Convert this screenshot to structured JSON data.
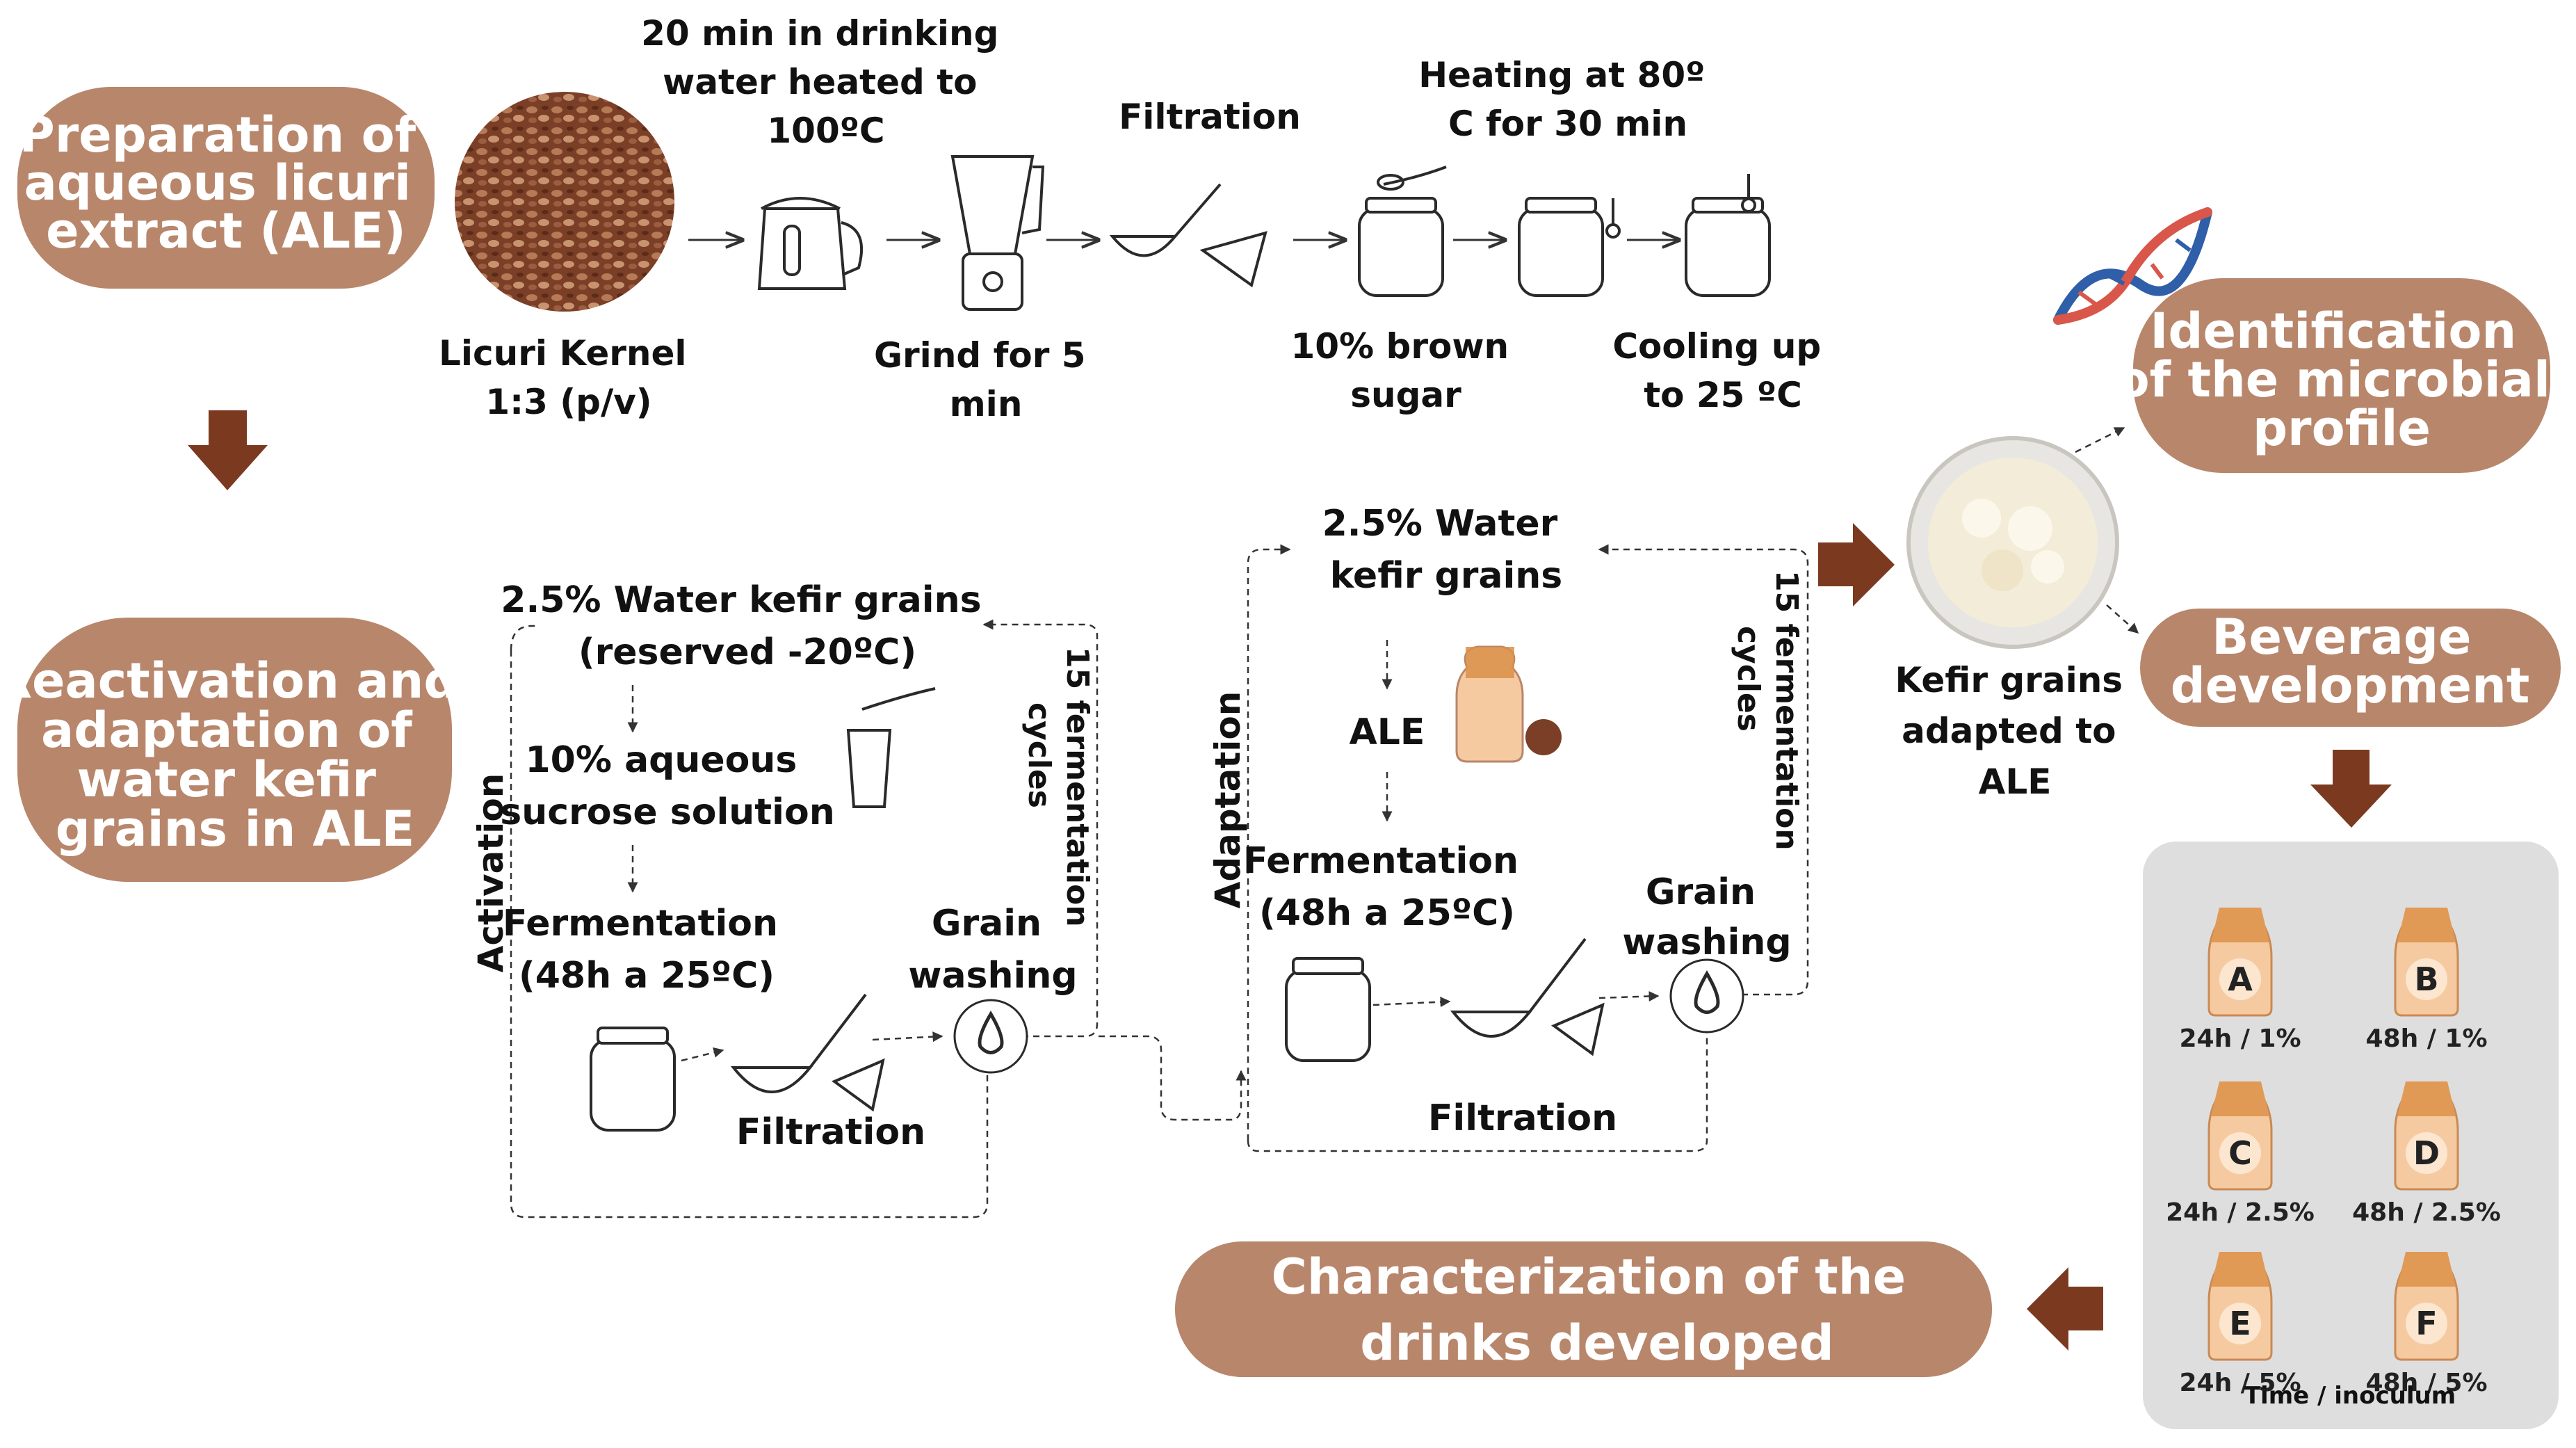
{
  "colors": {
    "pill": "#b8866b",
    "arrow": "#7b3a20",
    "panel": "#dedede",
    "bottle": "#f6caa0",
    "text": "#111111"
  },
  "sections": {
    "preparation": "Preparation of aqueous licuri extract (ALE)",
    "reactivation": "Reactivation and adaptation of water kefir grains in ALE",
    "identification": "Identification of the microbial profile",
    "beverage": "Beverage development",
    "characterization": "Characterization of the drinks developed"
  },
  "prep_steps": {
    "kernel": [
      "Licuri Kernel",
      "1:3 (p/v)"
    ],
    "kettle": [
      "20 min in drinking",
      "water heated to",
      "100ºC"
    ],
    "grind": [
      "Grind for 5",
      "min"
    ],
    "filtration": "Filtration",
    "sugar": [
      "10% brown",
      "sugar"
    ],
    "heating": [
      "Heating at 80º",
      "C for 30 min"
    ],
    "cooling": [
      "Cooling up",
      "to 25 ºC"
    ]
  },
  "activation": {
    "side_label": "Activation",
    "grains": [
      "2.5% Water kefir grains",
      "(reserved -20ºC)"
    ],
    "sucrose": [
      "10% aqueous",
      "sucrose solution"
    ],
    "fermentation": [
      "Fermentation",
      "(48h a 25ºC)"
    ],
    "washing": [
      "Grain",
      "washing"
    ],
    "filtration": "Filtration",
    "cycles": [
      "15 fermentation",
      "cycles"
    ]
  },
  "adaptation": {
    "side_label": "Adaptation",
    "grains": [
      "2.5% Water",
      "kefir grains"
    ],
    "ale": "ALE",
    "fermentation": [
      "Fermentation",
      "(48h a 25ºC)"
    ],
    "washing": [
      "Grain",
      "washing"
    ],
    "filtration": "Filtration",
    "cycles": [
      "15 fermentation",
      "cycles"
    ]
  },
  "kefir_result": [
    "Kefir grains",
    "adapted to",
    "ALE"
  ],
  "beverages": {
    "items": [
      {
        "letter": "A",
        "caption": "24h / 1%"
      },
      {
        "letter": "B",
        "caption": "48h / 1%"
      },
      {
        "letter": "C",
        "caption": "24h / 2.5%"
      },
      {
        "letter": "D",
        "caption": "48h / 2.5%"
      },
      {
        "letter": "E",
        "caption": "24h / 5%"
      },
      {
        "letter": "F",
        "caption": "48h / 5%"
      }
    ],
    "footer": "Time / inoculum"
  }
}
